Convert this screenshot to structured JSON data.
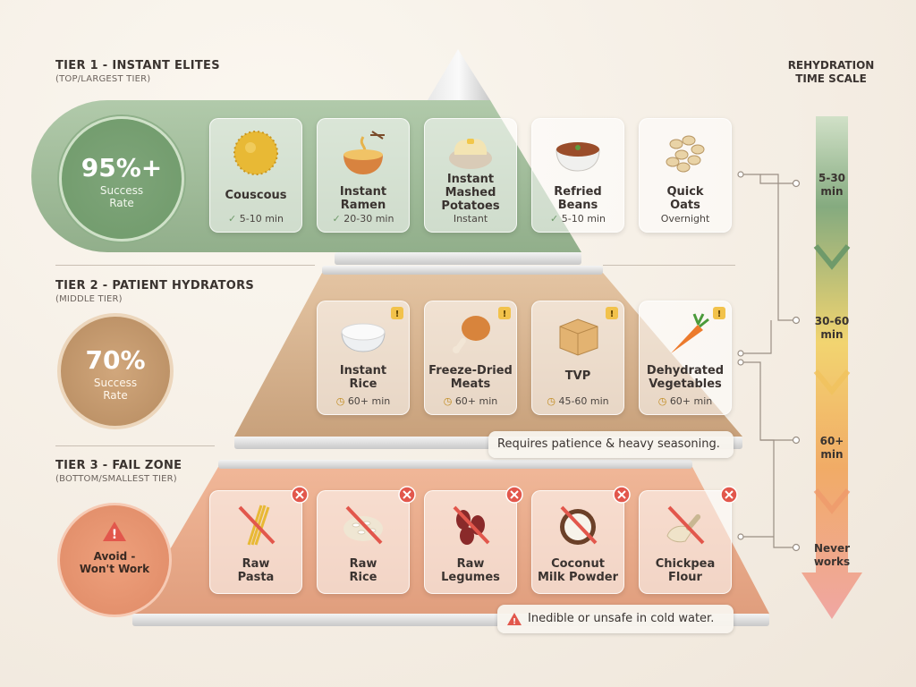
{
  "tiers": [
    {
      "title": "TIER 1 - INSTANT ELITES",
      "subtitle": "(TOP/LARGEST TIER)",
      "rate_value": "95%+",
      "rate_line1": "Success",
      "rate_line2": "Rate",
      "items": [
        {
          "name": "Couscous",
          "time": "5-10 min"
        },
        {
          "name_line1": "Instant",
          "name_line2": "Ramen",
          "time": "20-30 min"
        },
        {
          "name_line1": "Instant",
          "name_line2": "Mashed",
          "name_line3": "Potatoes",
          "time": "Instant"
        },
        {
          "name_line1": "Refried",
          "name_line2": "Beans",
          "time": "5-10 min"
        },
        {
          "name_line1": "Quick",
          "name_line2": "Oats",
          "time": "Overnight"
        }
      ]
    },
    {
      "title": "TIER 2 - PATIENT HYDRATORS",
      "subtitle": "(MIDDLE TIER)",
      "rate_value": "70%",
      "rate_line1": "Success",
      "rate_line2": "Rate",
      "items": [
        {
          "name_line1": "Instant",
          "name_line2": "Rice",
          "time": "60+ min"
        },
        {
          "name_line1": "Freeze-Dried",
          "name_line2": "Meats",
          "time": "60+ min"
        },
        {
          "name_line1": "TVP",
          "time": "45-60 min"
        },
        {
          "name_line1": "Dehydrated",
          "name_line2": "Vegetables",
          "time": "60+ min"
        }
      ],
      "note": "Requires patience & heavy seasoning."
    },
    {
      "title": "TIER 3 - FAIL ZONE",
      "subtitle": "(BOTTOM/SMALLEST TIER)",
      "avoid_line1": "Avoid -",
      "avoid_line2": "Won't Work",
      "items": [
        {
          "name_line1": "Raw",
          "name_line2": "Pasta"
        },
        {
          "name_line1": "Raw",
          "name_line2": "Rice"
        },
        {
          "name_line1": "Raw",
          "name_line2": "Legumes"
        },
        {
          "name_line1": "Coconut",
          "name_line2": "Milk Powder"
        },
        {
          "name_line1": "Chickpea",
          "name_line2": "Flour"
        }
      ],
      "note": "Inedible or unsafe in cold water."
    }
  ],
  "scale": {
    "title_line1": "REHYDRATION",
    "title_line2": "TIME SCALE",
    "stops": [
      {
        "line1": "5-30",
        "line2": "min"
      },
      {
        "line1": "30-60",
        "line2": "min"
      },
      {
        "line1": "60+",
        "line2": "min"
      },
      {
        "line1": "Never",
        "line2": "works"
      }
    ]
  },
  "colors": {
    "tier1": "#8fb08a",
    "tier2": "#c9a27a",
    "tier3": "#e7a283",
    "warning": "#f2c24b",
    "fail": "#e2574c"
  }
}
